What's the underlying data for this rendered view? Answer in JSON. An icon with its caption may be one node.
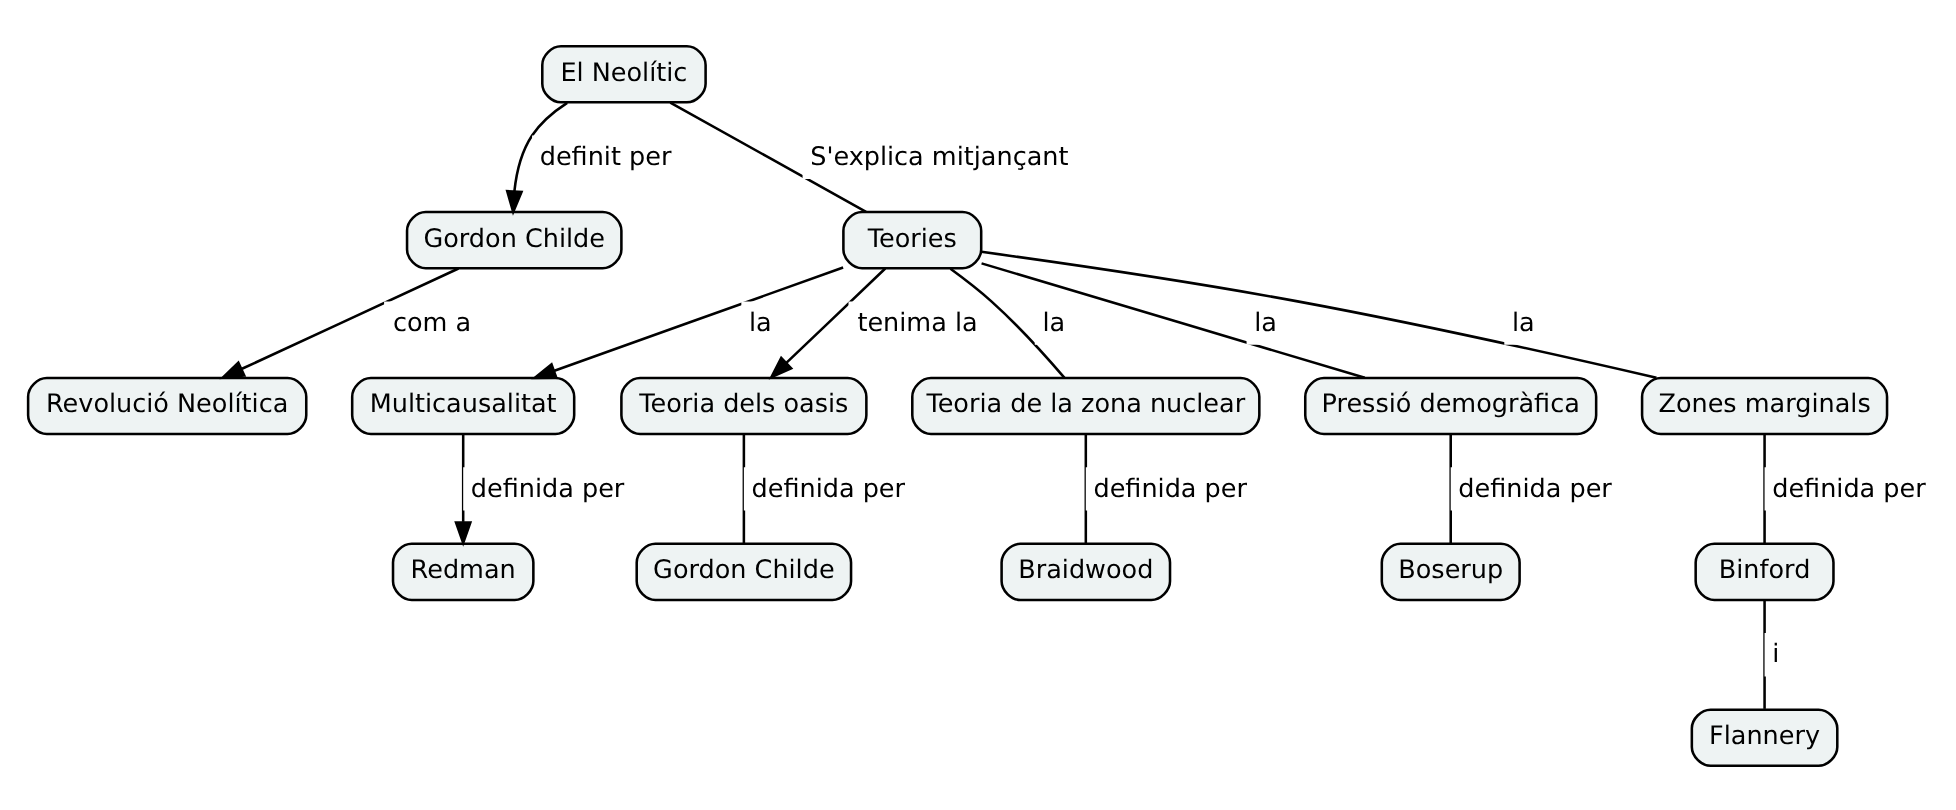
{
  "diagram": {
    "nodes": [
      {
        "text": [
          "El Neolític"
        ]
      },
      {
        "text": [
          "Gordon Childe"
        ]
      },
      {
        "text": [
          "Revolució Neolítica"
        ]
      },
      {
        "text": [
          "Teories"
        ]
      },
      {
        "text": [
          "Multicausalitat"
        ]
      },
      {
        "text": [
          "Redman"
        ]
      },
      {
        "text": [
          "Teoria dels oasis"
        ]
      },
      {
        "text": [
          "Teoria de la zona nuclear"
        ]
      },
      {
        "text": [
          "Pressió demogràfica"
        ]
      },
      {
        "text": [
          "Zones marginals"
        ]
      },
      {
        "text": [
          "Gordon Childe"
        ]
      },
      {
        "text": [
          "Braidwood"
        ]
      },
      {
        "text": [
          "Boserup"
        ]
      },
      {
        "text": [
          "Binford"
        ]
      },
      {
        "text": [
          "Flannery"
        ]
      }
    ],
    "edges": [
      {
        "from": 0,
        "to": 1,
        "arrow": "to",
        "label": "definit per"
      },
      {
        "from": 1,
        "to": 2,
        "arrow": "to",
        "label": "com a"
      },
      {
        "from": 0,
        "to": 3,
        "arrow": "none",
        "label": "S'explica mitjançant"
      },
      {
        "from": 3,
        "to": 4,
        "arrow": "to",
        "label": "la"
      },
      {
        "from": 4,
        "to": 5,
        "arrow": "to",
        "label": "definida per"
      },
      {
        "from": 3,
        "to": 6,
        "arrow": "to",
        "label": "tenima la"
      },
      {
        "from": 3,
        "to": 7,
        "arrow": "none",
        "label": "la"
      },
      {
        "from": 3,
        "to": 8,
        "arrow": "none",
        "label": "la"
      },
      {
        "from": 3,
        "to": 9,
        "arrow": "none",
        "label": "la"
      },
      {
        "from": 6,
        "to": 10,
        "arrow": "none",
        "label": "definida per"
      },
      {
        "from": 7,
        "to": 11,
        "arrow": "none",
        "label": "definida per"
      },
      {
        "from": 8,
        "to": 12,
        "arrow": "none",
        "label": "definida per"
      },
      {
        "from": 9,
        "to": 13,
        "arrow": "none",
        "label": "definida per"
      },
      {
        "from": 13,
        "to": 14,
        "arrow": "none",
        "label": "i"
      }
    ]
  }
}
